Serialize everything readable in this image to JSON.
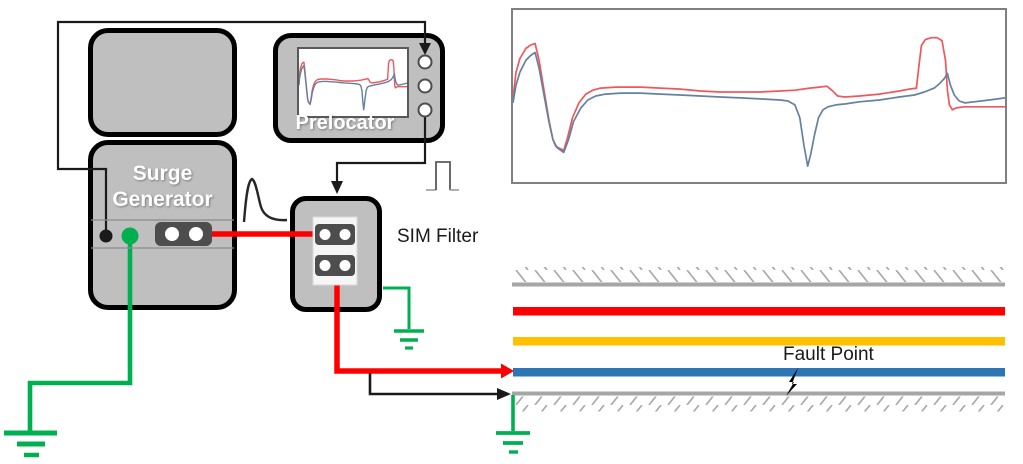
{
  "devices": {
    "surge_generator": {
      "label": "Surge Generator"
    },
    "prelocator": {
      "label": "Prelocator",
      "port_count": 3
    },
    "sim_filter": {
      "label": "SIM Filter"
    }
  },
  "cable": {
    "fault_label": "Fault Point",
    "conductors": [
      {
        "name": "shield-top",
        "color": "#A6A6A6"
      },
      {
        "name": "phase-red",
        "color": "#FF0000"
      },
      {
        "name": "phase-yellow",
        "color": "#FFC000"
      },
      {
        "name": "phase-blue",
        "color": "#2E75B6"
      },
      {
        "name": "shield-bottom",
        "color": "#A6A6A6"
      }
    ]
  },
  "colors": {
    "box_fill": "#BFBFBF",
    "box_border": "#000000",
    "wire_black": "#1A1A1A",
    "wire_red": "#FF0000",
    "wire_green": "#00B050",
    "line_gray": "#A6A6A6",
    "connector_dark": "#4D4D4D"
  },
  "chart_data": {
    "type": "line",
    "title": "",
    "xlabel": "",
    "ylabel": "",
    "x_range": [
      0,
      100
    ],
    "y_range": [
      0,
      100
    ],
    "grid": false,
    "axes_ticks_visible": false,
    "legend_position": "none",
    "series": [
      {
        "name": "red-trace",
        "color": "#F0575C",
        "points": [
          [
            0,
            48.9
          ],
          [
            0.6,
            63.8
          ],
          [
            1.4,
            71.8
          ],
          [
            2.6,
            77.6
          ],
          [
            3.6,
            79.6
          ],
          [
            4.5,
            80.5
          ],
          [
            5.3,
            70.7
          ],
          [
            6.3,
            53.4
          ],
          [
            7.3,
            36.2
          ],
          [
            8.1,
            24.7
          ],
          [
            8.7,
            20.7
          ],
          [
            10.3,
            18.4
          ],
          [
            11.1,
            25.9
          ],
          [
            12.1,
            37.4
          ],
          [
            13.4,
            46
          ],
          [
            14.8,
            51.1
          ],
          [
            16.2,
            53.4
          ],
          [
            17.8,
            54.6
          ],
          [
            20.9,
            55.2
          ],
          [
            25.9,
            55.2
          ],
          [
            30,
            54.6
          ],
          [
            34,
            54
          ],
          [
            38.1,
            52.9
          ],
          [
            42.1,
            52.3
          ],
          [
            46.2,
            52.3
          ],
          [
            50.2,
            52.3
          ],
          [
            54.3,
            52.9
          ],
          [
            57.3,
            53.4
          ],
          [
            60.3,
            54.6
          ],
          [
            62.3,
            55.2
          ],
          [
            63.8,
            55.7
          ],
          [
            64.8,
            53.4
          ],
          [
            66,
            50
          ],
          [
            67.4,
            49.4
          ],
          [
            70.4,
            50
          ],
          [
            74.5,
            51.1
          ],
          [
            78.5,
            52.9
          ],
          [
            80.6,
            54
          ],
          [
            82,
            54.6
          ],
          [
            82.4,
            64.9
          ],
          [
            83,
            79.3
          ],
          [
            83.8,
            82.8
          ],
          [
            85,
            83.9
          ],
          [
            86.2,
            83.9
          ],
          [
            87.2,
            82.2
          ],
          [
            87.9,
            70.7
          ],
          [
            88.3,
            53.4
          ],
          [
            88.7,
            44.8
          ],
          [
            89.3,
            42
          ],
          [
            90.1,
            43.1
          ],
          [
            91.7,
            43.7
          ],
          [
            94.7,
            43.7
          ],
          [
            100,
            43.7
          ]
        ]
      },
      {
        "name": "blue-trace",
        "color": "#64819F",
        "points": [
          [
            0,
            46
          ],
          [
            0.6,
            56.3
          ],
          [
            1.4,
            63.8
          ],
          [
            2.6,
            70.7
          ],
          [
            3.6,
            73.6
          ],
          [
            4.5,
            75.3
          ],
          [
            5.3,
            66.1
          ],
          [
            6.3,
            50.6
          ],
          [
            7.3,
            35.1
          ],
          [
            8.1,
            24.7
          ],
          [
            8.9,
            20.1
          ],
          [
            10.3,
            17.2
          ],
          [
            11.3,
            24.7
          ],
          [
            12.3,
            35.1
          ],
          [
            13.8,
            43.1
          ],
          [
            15.2,
            47.7
          ],
          [
            16.8,
            50
          ],
          [
            18.8,
            51.1
          ],
          [
            21.9,
            51.7
          ],
          [
            25.9,
            51.7
          ],
          [
            30,
            51.1
          ],
          [
            34,
            50.6
          ],
          [
            38.1,
            50
          ],
          [
            42.1,
            49.4
          ],
          [
            46.2,
            48.9
          ],
          [
            50.2,
            48.3
          ],
          [
            54.3,
            47.7
          ],
          [
            55.9,
            47.1
          ],
          [
            57.3,
            44.8
          ],
          [
            58.3,
            37.4
          ],
          [
            59.1,
            21.8
          ],
          [
            59.9,
            9.2
          ],
          [
            60.5,
            16.1
          ],
          [
            61.3,
            27.6
          ],
          [
            62.1,
            37.4
          ],
          [
            63,
            42
          ],
          [
            64,
            43.7
          ],
          [
            65.6,
            44.8
          ],
          [
            67.6,
            45.4
          ],
          [
            70.4,
            46.6
          ],
          [
            74.5,
            47.7
          ],
          [
            78.5,
            49.4
          ],
          [
            81.6,
            50.6
          ],
          [
            83.6,
            52.3
          ],
          [
            85.6,
            54.6
          ],
          [
            86.8,
            57.5
          ],
          [
            87.7,
            60.3
          ],
          [
            88.3,
            63.2
          ],
          [
            88.9,
            56.3
          ],
          [
            89.7,
            50.6
          ],
          [
            90.7,
            47.1
          ],
          [
            91.9,
            46
          ],
          [
            93.7,
            46.6
          ],
          [
            96.8,
            47.7
          ],
          [
            100,
            48.9
          ]
        ]
      }
    ]
  }
}
